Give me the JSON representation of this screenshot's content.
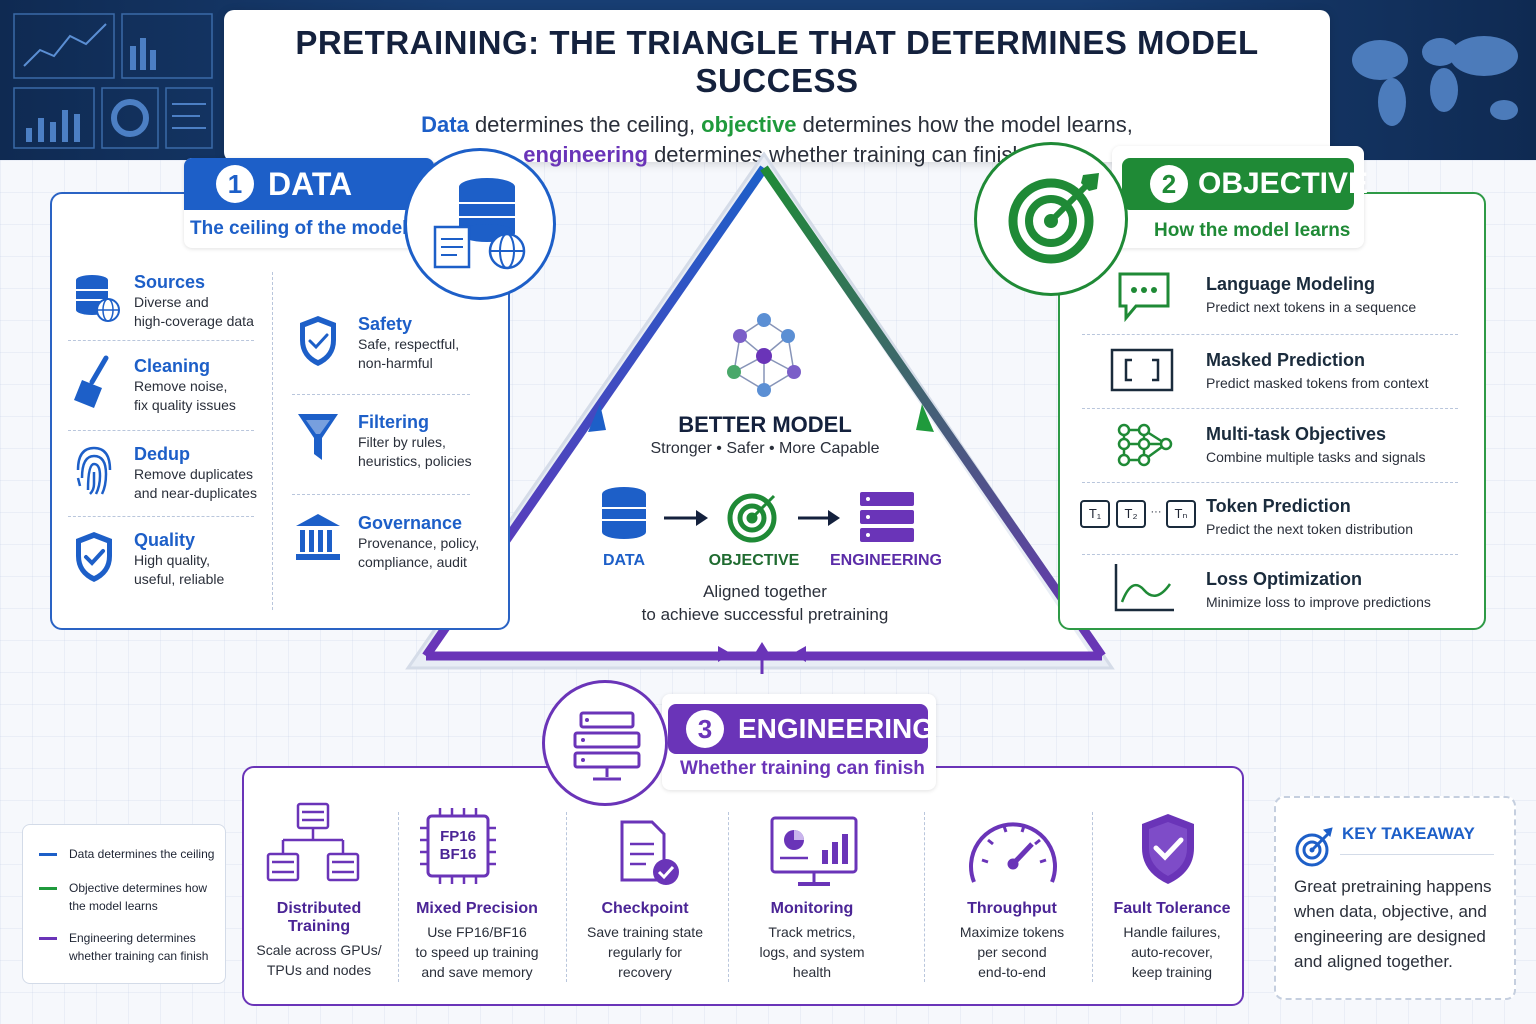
{
  "header": {
    "title": "PRETRAINING: THE TRIANGLE THAT DETERMINES MODEL SUCCESS",
    "line1_kw1": "Data",
    "line1_rest1": " determines the ceiling, ",
    "line1_kw2": "objective",
    "line1_rest2": " determines how the model learns,",
    "line2_kw": "engineering",
    "line2_rest": " determines whether training can finish."
  },
  "data_section": {
    "number": "1",
    "title": "DATA",
    "subtitle": "The ceiling of the model",
    "items": [
      {
        "title": "Sources",
        "desc1": "Diverse and",
        "desc2": "high-coverage data",
        "icon": "database-globe-icon"
      },
      {
        "title": "Cleaning",
        "desc1": "Remove noise,",
        "desc2": "fix quality issues",
        "icon": "broom-icon"
      },
      {
        "title": "Dedup",
        "desc1": "Remove duplicates",
        "desc2": "and near-duplicates",
        "icon": "fingerprint-icon"
      },
      {
        "title": "Quality",
        "desc1": "High quality,",
        "desc2": "useful, reliable",
        "icon": "shield-check-icon"
      },
      {
        "title": "Safety",
        "desc1": "Safe, respectful,",
        "desc2": "non-harmful",
        "icon": "shield-check-icon"
      },
      {
        "title": "Filtering",
        "desc1": "Filter by rules,",
        "desc2": "heuristics, policies",
        "icon": "funnel-icon"
      },
      {
        "title": "Governance",
        "desc1": "Provenance, policy,",
        "desc2": "compliance, audit",
        "icon": "institution-icon"
      }
    ]
  },
  "objective_section": {
    "number": "2",
    "title": "OBJECTIVE",
    "subtitle": "How the model learns",
    "items": [
      {
        "title": "Language Modeling",
        "desc": "Predict next tokens in a sequence",
        "icon": "chat-bubble-icon"
      },
      {
        "title": "Masked Prediction",
        "desc": "Predict masked tokens from context",
        "icon": "brackets-icon"
      },
      {
        "title": "Multi-task Objectives",
        "desc": "Combine multiple tasks and signals",
        "icon": "network-icon"
      },
      {
        "title": "Token Prediction",
        "desc": "Predict the next token distribution",
        "icon": "token-sequence-icon"
      },
      {
        "title": "Loss Optimization",
        "desc": "Minimize loss to improve predictions",
        "icon": "loss-curve-icon"
      }
    ],
    "token_labels": [
      "T₁",
      "T₂",
      "···",
      "Tₙ"
    ]
  },
  "engineering_section": {
    "number": "3",
    "title": "ENGINEERING",
    "subtitle": "Whether training can finish",
    "items": [
      {
        "title": "Distributed Training",
        "desc1": "Scale across GPUs/",
        "desc2": "TPUs and nodes",
        "desc3": "",
        "icon": "server-tree-icon"
      },
      {
        "title": "Mixed Precision",
        "desc1": "Use FP16/BF16",
        "desc2": "to speed up training",
        "desc3": "and save memory",
        "icon": "chip-icon"
      },
      {
        "title": "Checkpoint",
        "desc1": "Save training state",
        "desc2": "regularly for",
        "desc3": "recovery",
        "icon": "document-check-icon"
      },
      {
        "title": "Monitoring",
        "desc1": "Track metrics,",
        "desc2": "logs, and system",
        "desc3": "health",
        "icon": "monitor-chart-icon"
      },
      {
        "title": "Throughput",
        "desc1": "Maximize tokens",
        "desc2": "per second",
        "desc3": "end-to-end",
        "icon": "gauge-icon"
      },
      {
        "title": "Fault Tolerance",
        "desc1": "Handle failures,",
        "desc2": "auto-recover,",
        "desc3": "keep training",
        "icon": "shield-check-icon"
      }
    ],
    "chip_text1": "FP16",
    "chip_text2": "BF16"
  },
  "center": {
    "title": "BETTER MODEL",
    "subtitle": "Stronger • Safer • More Capable",
    "flow": [
      "DATA",
      "OBJECTIVE",
      "ENGINEERING"
    ],
    "aligned1": "Aligned together",
    "aligned2": "to achieve successful pretraining"
  },
  "legend": {
    "items": [
      {
        "line1": "Data determines the ceiling",
        "line2": "",
        "color": "#1d5fc8"
      },
      {
        "line1": "Objective determines how",
        "line2": "the model learns",
        "color": "#1f9a3c"
      },
      {
        "line1": "Engineering determines",
        "line2": "whether training can finish",
        "color": "#6a34b8"
      }
    ]
  },
  "takeaway": {
    "title": "KEY TAKEAWAY",
    "line1": "Great pretraining happens",
    "line2": "when data, objective, and",
    "line3": "engineering are designed",
    "line4": "and aligned together."
  },
  "colors": {
    "blue": "#1d5fc8",
    "green": "#1f8a36",
    "purple": "#6a34b8",
    "navy": "#14213d"
  }
}
